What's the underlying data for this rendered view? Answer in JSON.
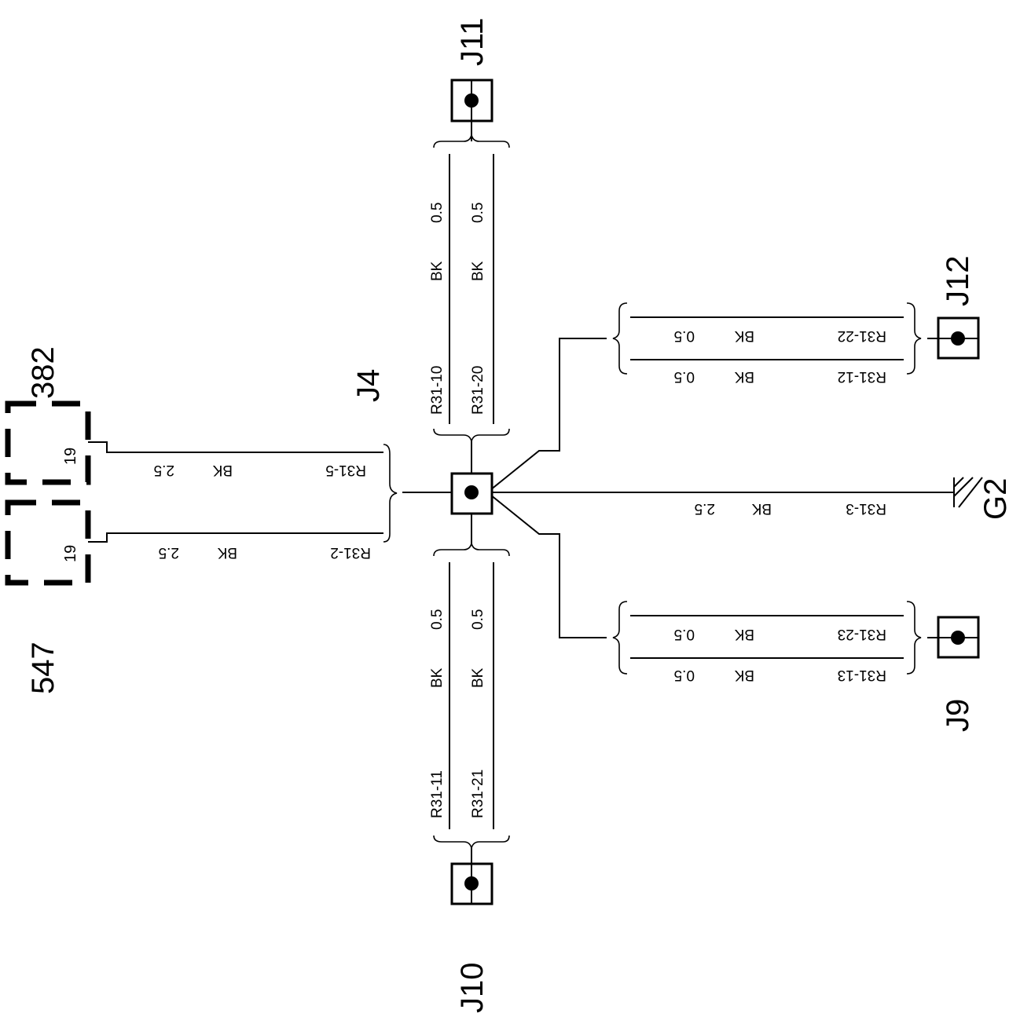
{
  "components": {
    "c382": "382",
    "c547": "547",
    "pin_382": "19",
    "pin_547": "19"
  },
  "junctions": {
    "j4": "J4",
    "j9": "J9",
    "j10": "J10",
    "j11": "J11",
    "j12": "J12",
    "g2": "G2"
  },
  "wires": {
    "r31_5": {
      "id": "R31-5",
      "color": "BK",
      "gauge": "2.5"
    },
    "r31_2": {
      "id": "R31-2",
      "color": "BK",
      "gauge": "2.5"
    },
    "r31_3": {
      "id": "R31-3",
      "color": "BK",
      "gauge": "2.5"
    },
    "r31_10": {
      "id": "R31-10",
      "color": "BK",
      "gauge": "0.5"
    },
    "r31_20": {
      "id": "R31-20",
      "color": "BK",
      "gauge": "0.5"
    },
    "r31_11": {
      "id": "R31-11",
      "color": "BK",
      "gauge": "0.5"
    },
    "r31_21": {
      "id": "R31-21",
      "color": "BK",
      "gauge": "0.5"
    },
    "r31_22": {
      "id": "R31-22",
      "color": "BK",
      "gauge": "0.5"
    },
    "r31_12": {
      "id": "R31-12",
      "color": "BK",
      "gauge": "0.5"
    },
    "r31_23": {
      "id": "R31-23",
      "color": "BK",
      "gauge": "0.5"
    },
    "r31_13": {
      "id": "R31-13",
      "color": "BK",
      "gauge": "0.5"
    }
  }
}
